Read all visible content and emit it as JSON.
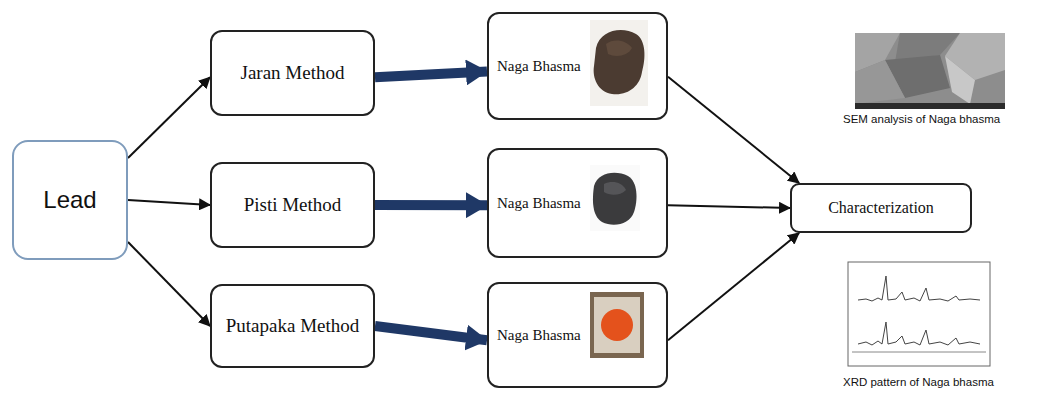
{
  "diagram": {
    "nodes": [
      {
        "text": [
          "Lead"
        ]
      },
      {
        "text": [
          "Jaran Method"
        ]
      },
      {
        "text": [
          "Pisti Method"
        ]
      },
      {
        "text": [
          "Putapaka Method"
        ]
      },
      {
        "text": [
          "Naga Bhasma"
        ]
      },
      {
        "text": [
          "Naga Bhasma"
        ]
      },
      {
        "text": [
          "Naga Bhasma"
        ]
      },
      {
        "text": [
          "Characterization"
        ]
      }
    ],
    "edges": [
      {
        "from": 0,
        "to": 1,
        "arrow": "to"
      },
      {
        "from": 0,
        "to": 2,
        "arrow": "to"
      },
      {
        "from": 0,
        "to": 3,
        "arrow": "to"
      },
      {
        "from": 1,
        "to": 4,
        "arrow": "to"
      },
      {
        "from": 2,
        "to": 5,
        "arrow": "to"
      },
      {
        "from": 3,
        "to": 6,
        "arrow": "to"
      },
      {
        "from": 4,
        "to": 7,
        "arrow": "to"
      },
      {
        "from": 5,
        "to": 7,
        "arrow": "to"
      },
      {
        "from": 6,
        "to": 7,
        "arrow": "to"
      }
    ],
    "labels": [
      "SEM analysis of Naga bhasma",
      "XRD pattern of Naga bhasma"
    ]
  }
}
